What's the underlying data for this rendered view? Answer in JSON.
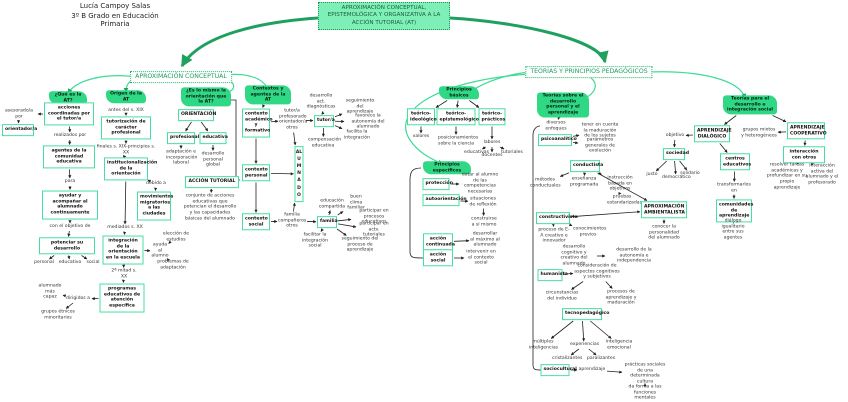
{
  "author": {
    "name": "Lucía Campoy Salas",
    "course": "3º B Grado en Educación Primaria"
  },
  "title": "APROXIMACIÓN CONCEPTUAL, EPISTEMOLÓGICA Y ORGANIZATIVA A LA ACCIÓN TUTORIAL (AT)",
  "colors": {
    "accent": "#2fd884",
    "box_border": "#45e0a0",
    "title_fill": "#7fefb8",
    "connector": "#1fa05e"
  },
  "nodes": {
    "aprox": "APROXIMACIÓN CONCEPTUAL",
    "que": "¿Qué es la AT?",
    "acciones": "acciones coordinadas por el tutor/a",
    "asesora": "asesorado/a por",
    "orientador": "orientador/a",
    "realizados": "realizados por",
    "agentes": "agentes de la comunidad educativa",
    "para": "para",
    "ayudar": "ayudar y acompañar al alumnado continuamente",
    "objetivo1": "con el objetivo de",
    "potenciar": "potenciar su desarrollo",
    "personal": "personal",
    "educativo": "educativo",
    "social": "social",
    "origen": "Origen de la AT",
    "antes": "antes del s. XIX",
    "tutorizacion": "tutorización de carácter profesional",
    "finales": "finales s. XIX-principios s. XX",
    "instit": "institucionalización de la orientación",
    "debido": "debido a",
    "movimientos": "movimientos migratorios a las ciudades",
    "mediados": "mediados s. XX",
    "integracion": "integración de la orientación en la escuela",
    "ayudaal": "ayuda al alumno",
    "eleccion": "elección de estudios",
    "problemas": "problemas de adaptación",
    "segunda": "2ª mitad s. XX",
    "programas": "programas educativos de atención específica",
    "dirigidos": "dirigidos a",
    "capaz": "alumnado más capaz",
    "etnicos": "grupos étnicos minoritarios",
    "mismo": "¿Es lo mismo la orientación que la AT?",
    "orientacion": "ORIENTACIÓN",
    "profesional": "profesional",
    "educativa": "educativa",
    "adaptacion": "adaptación e incorporación laboral",
    "desarrollopg": "desarrollo personal global",
    "accion": "ACCIÓN TUTORIAL",
    "conjunto": "conjunto de acciones educativas que potencian el desarrollo y las capacidades básicas del alumnado",
    "contextos": "Contextos y agentes de la AT",
    "academico": "contexto académico y formativo",
    "cpersonal": "contexto personal",
    "csocial": "contexto social",
    "tutorlist": "tutor/a profesorado orientador/a otros",
    "alumnado": "ALUMNADO",
    "tutor": "tutor/a",
    "diagnosticas": "desarrollo act. diagnósticas",
    "seguimiento1": "seguimiento del aprendizaje",
    "autonomia": "favorece la autonomía del alumnado",
    "facilita": "facilita la integración",
    "compensacion": "compensación educativa",
    "familialist": "familia compañeros otros",
    "familia": "familia",
    "compartida": "educación compartida",
    "clima": "buen clima familiar",
    "procesos": "participar en procesos educativos",
    "actv": "participar en actv. tutoriales",
    "facilitar": "facilitar la integración social",
    "seguimiento2": "seguimiento del proceso de aprendizaje",
    "teorias": "TEORÍAS Y PRINCIPIOS PEDAGÓGICOS",
    "basicos": "Principios básicos",
    "ideologicos": "teórico-ideológicos",
    "epistemologicos": "teórico-epistemológicos",
    "practicos": "teórico-prácticos",
    "valores": "valores",
    "posicionamientos": "posicionamientos sobre la ciencia",
    "labores": "labores",
    "educativas": "educativas",
    "docentes": "docentes",
    "tutoriales": "tutoriales",
    "especificos": "Principios específicos",
    "proteccion": "protección",
    "dotar": "dotar al alumno de las competencias necesarias",
    "autoorientacion": "autoorientación",
    "situaciones": "situaciones de reflexión",
    "construirse": "construirse a sí mismo",
    "continuada": "acción continuada",
    "desarrollar": "desarrollar al máximo al alumnado",
    "accionsocial": "acción social",
    "intervenir": "intervenir en el contexto social",
    "desarrolloap": "Teorías sobre el desarrollo personal y el aprendizaje",
    "enfoques": "diversos enfoques",
    "psico": "psicoanalítico",
    "maduracion": "tener en cuenta la maduración de los sujetos",
    "parametros": "parámetros generales de evolución",
    "conductista": "conductista",
    "metodos": "métodos conductuales",
    "ensenanza": "enseñanza programada",
    "instruccion": "instrucción basada en objetivos",
    "pruebas": "pruebas estandarizadas",
    "ambientalista": "APROXIMACIÓN AMBIENTALISTA",
    "conocer": "conocer la personalidad del alumnado",
    "constructivista": "constructivista",
    "previos": "conocimientos previos",
    "procesoea": "proceso de E-A creativo e innovador",
    "cognitivo": "desarrollo cognitivo y creativo del alumnado",
    "autonomia2": "desarrollo de la autonomía e independencia",
    "humanista": "humanista",
    "consideracion": "consideración de aspectos cognitivos y subjetivos",
    "circunstancias": "circunstancias del individuo",
    "procesosap": "procesos de aprendizaje y maduración",
    "tecno": "tecnopedagógico",
    "multiples": "múltiples inteligencias",
    "experiencias": "experiencias",
    "emocional": "inteligencia emocional",
    "cristalizantes": "cristalizantes",
    "paralizantes": "paralizantes",
    "sociocultural": "sociocultural",
    "aprendizaje": "aprendizaje",
    "practicas": "prácticas sociales de una determinada cultura",
    "forma": "da forma a las funciones mentales",
    "integsocial": "Teorías para el desarrollo e integración social",
    "dialogico": "APRENDIZAJE DIALÓGICO",
    "objetivo2": "objetivo",
    "sociedad": "sociedad",
    "justo": "justo",
    "democratico": "democrático",
    "solidario": "solidario",
    "centros": "centros educativos",
    "transformarlos": "transformarlos en",
    "comunidades": "comunidades de aprendizaje",
    "dialogo": "diálogo igualitario entre sus agentes",
    "cooperativo": "APRENDIZAJE COOPERATIVO",
    "grupos": "grupos mixtos y heterogéneos",
    "interaccion": "interacción con otros",
    "resolver": "resolver tareas académicas y profundizar en su propio aprendizaje",
    "activa": "interacción activa del alumnado y el profesorado"
  }
}
